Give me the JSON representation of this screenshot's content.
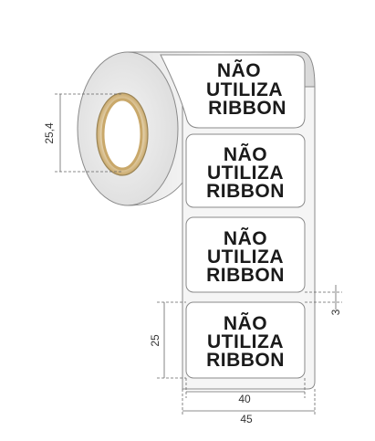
{
  "label_lines": [
    "NÃO",
    "UTILIZA",
    "RIBBON"
  ],
  "dimensions": {
    "core_diameter": "25,4",
    "label_width": "40",
    "roll_width": "45",
    "label_height": "25",
    "label_gap": "3"
  },
  "colors": {
    "outline": "#8a8a8a",
    "roll_shadow": "#c9c9c9",
    "label_fill": "#ffffff",
    "core_gold": "#c9a86a",
    "text": "#1a1a1a",
    "dimension_line": "#666666"
  }
}
